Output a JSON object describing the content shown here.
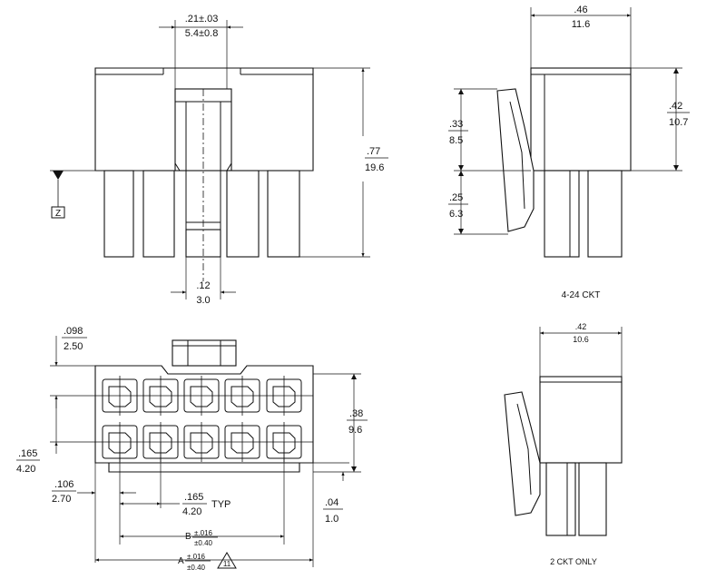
{
  "front_view": {
    "pitch_inch": ".21±.03",
    "pitch_mm": "5.4±0.8",
    "height_inch": ".77",
    "height_mm": "19.6",
    "pin_inch": ".12",
    "pin_mm": "3.0",
    "datum": "Z"
  },
  "side_view": {
    "width_inch": ".46",
    "width_mm": "11.6",
    "upper_inch": ".33",
    "upper_mm": "8.5",
    "lower_inch": ".25",
    "lower_mm": "6.3",
    "body_inch": ".42",
    "body_mm": "10.7",
    "caption": "4-24 CKT"
  },
  "side_view_2ckt": {
    "width_inch": ".42",
    "width_mm": "10.6",
    "caption": "2 CKT ONLY"
  },
  "bottom_view": {
    "edge_inch": ".098",
    "edge_mm": "2.50",
    "row_pitch_inch": ".165",
    "row_pitch_mm": "4.20",
    "offset_inch": ".106",
    "offset_mm": "2.70",
    "col_pitch_inch": ".165",
    "col_pitch_mm": "4.20",
    "typ": "TYP",
    "height_inch": ".38",
    "height_mm": "9.6",
    "flange_inch": ".04",
    "flange_mm": "1.0",
    "dim_b_label": "B",
    "dim_b_tol_inch": "±.016",
    "dim_b_tol_mm": "±0.40",
    "dim_a_label": "A",
    "dim_a_tol_inch": "±.016",
    "dim_a_tol_mm": "±0.40",
    "note_flag": "11"
  }
}
